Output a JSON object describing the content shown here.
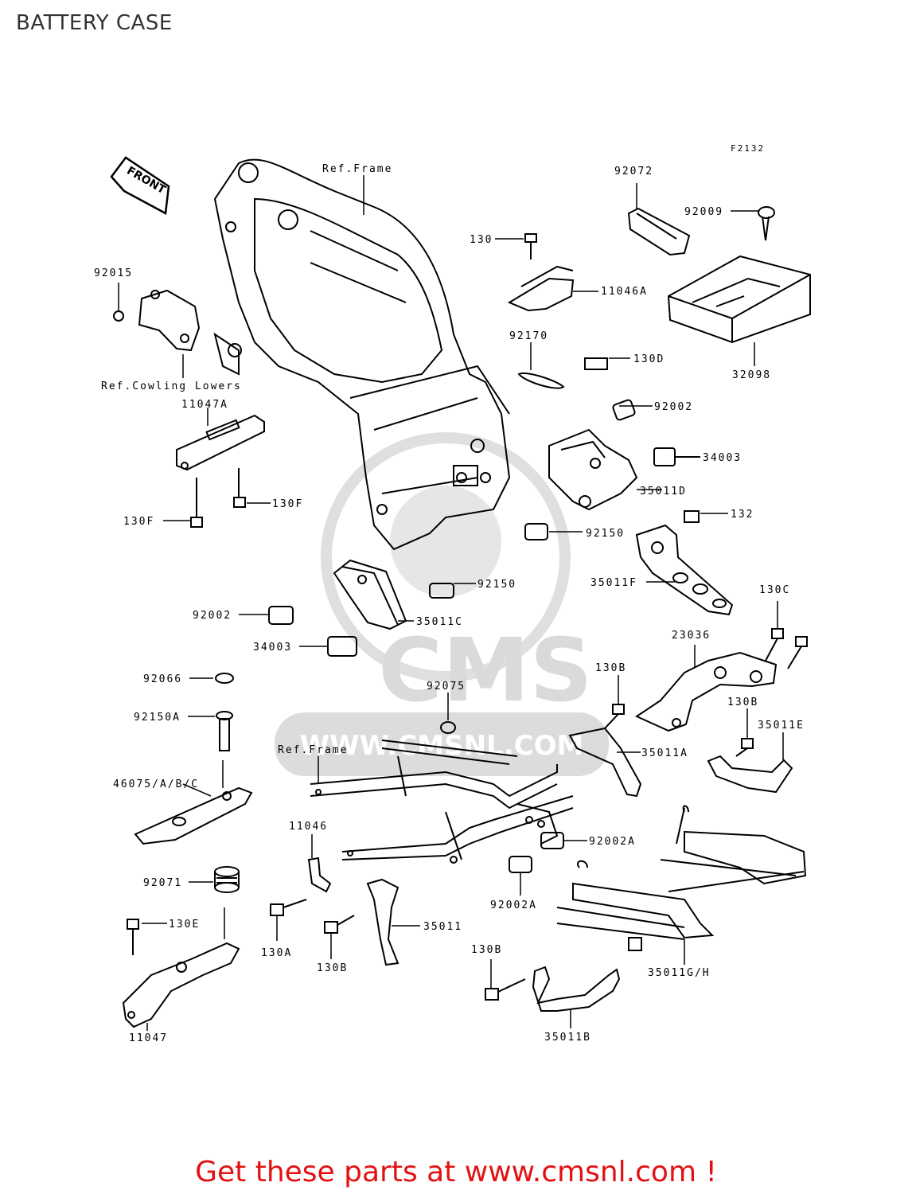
{
  "header": {
    "title": "BATTERY CASE"
  },
  "diagram": {
    "code": "F2132",
    "front_label": "FRONT",
    "watermark": {
      "brand": "CMS",
      "url": "WWW.CMSNL.COM"
    },
    "labels": {
      "ref_frame_top": "Ref.Frame",
      "ref_frame_mid": "Ref.Frame",
      "ref_cowling": "Ref.Cowling Lowers",
      "p92072": "92072",
      "p92009": "92009",
      "p130": "130",
      "p11046A": "11046A",
      "p92015": "92015",
      "p92170": "92170",
      "p130D": "130D",
      "p32098": "32098",
      "p11047A": "11047A",
      "p92002_r": "92002",
      "p34003_r": "34003",
      "p130F_r": "130F",
      "p130F_l": "130F",
      "p35011D": "35011D",
      "p92150_r": "92150",
      "p132": "132",
      "p35011F": "35011F",
      "p92150_m": "92150",
      "p92002_l": "92002",
      "p35011C": "35011C",
      "p130C": "130C",
      "p23036": "23036",
      "p34003_l": "34003",
      "p92066": "92066",
      "p130B_1": "130B",
      "p92075": "92075",
      "p92150A": "92150A",
      "p130B_2": "130B",
      "p35011E": "35011E",
      "p35011A": "35011A",
      "p46075": "46075/A/B/C",
      "p11046": "11046",
      "p92002A_1": "92002A",
      "p92071": "92071",
      "p92002A_2": "92002A",
      "p130E": "130E",
      "p35011": "35011",
      "p130A": "130A",
      "p130B_3": "130B",
      "p130B_4": "130B",
      "p35011GH": "35011G/H",
      "p11047": "11047",
      "p35011B": "35011B"
    }
  },
  "footer": {
    "text": "Get these parts at www.cmsnl.com !"
  },
  "colors": {
    "footer": "#e31212",
    "line": "#000000",
    "watermark": "#d9d9d9"
  }
}
